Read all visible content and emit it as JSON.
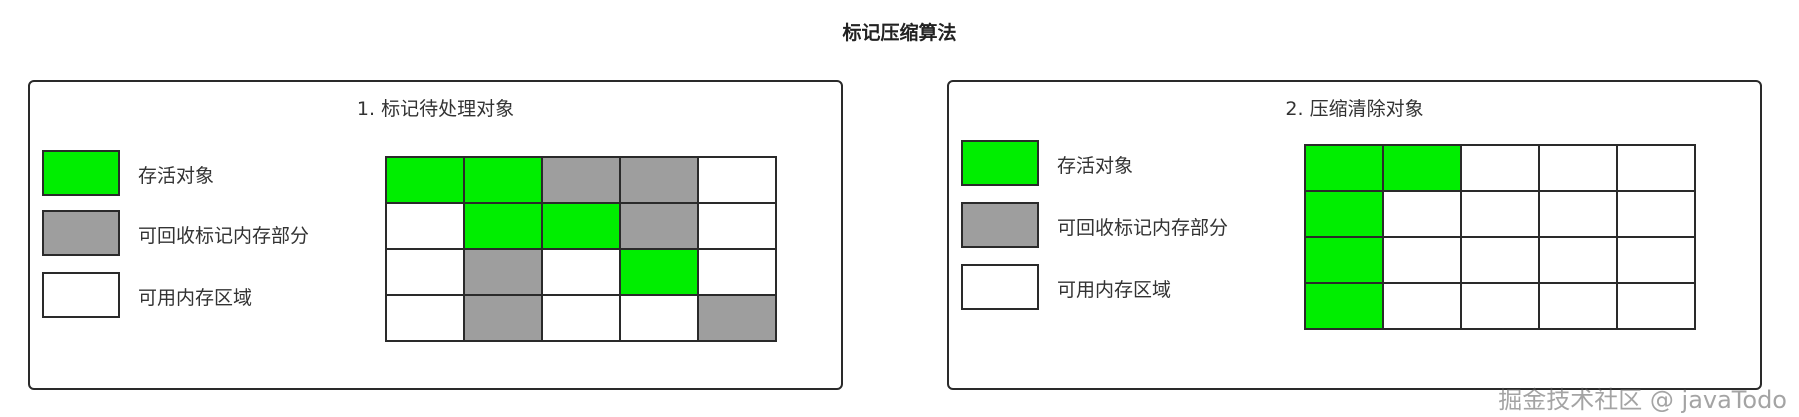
{
  "title": "标记压缩算法",
  "colors": {
    "live": "#00ee00",
    "reclaimable": "#9e9e9e",
    "free": "#ffffff"
  },
  "legend": [
    {
      "type": "live",
      "label": "存活对象"
    },
    {
      "type": "reclaimable",
      "label": "可回收标记内存部分"
    },
    {
      "type": "free",
      "label": "可用内存区域"
    }
  ],
  "panels": [
    {
      "title": "1. 标记待处理对象",
      "grid": [
        [
          "live",
          "live",
          "reclaimable",
          "reclaimable",
          "free"
        ],
        [
          "free",
          "live",
          "live",
          "reclaimable",
          "free"
        ],
        [
          "free",
          "reclaimable",
          "free",
          "live",
          "free"
        ],
        [
          "free",
          "reclaimable",
          "free",
          "free",
          "reclaimable"
        ]
      ]
    },
    {
      "title": "2. 压缩清除对象",
      "grid": [
        [
          "live",
          "live",
          "free",
          "free",
          "free"
        ],
        [
          "live",
          "free",
          "free",
          "free",
          "free"
        ],
        [
          "live",
          "free",
          "free",
          "free",
          "free"
        ],
        [
          "live",
          "free",
          "free",
          "free",
          "free"
        ]
      ]
    }
  ],
  "watermark": "掘金技术社区 @ javaTodo"
}
